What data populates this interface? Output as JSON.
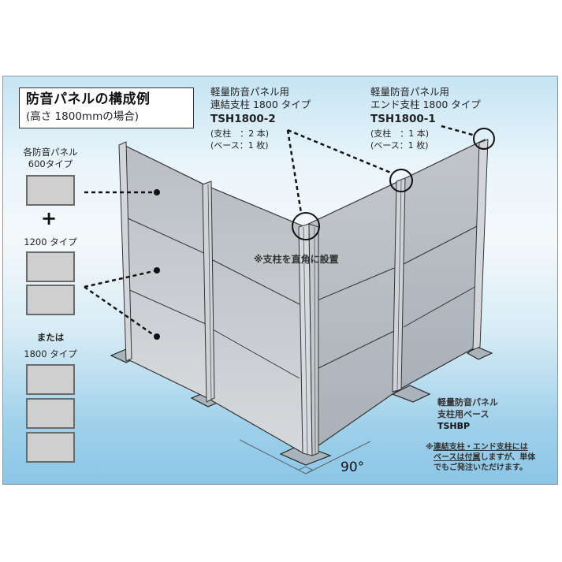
{
  "title": {
    "main": "防音パネルの構成例",
    "sub": "(高さ 1800mmの場合)"
  },
  "legend": {
    "panel_heading_line1": "各防音パネル",
    "panel_heading_line2": "600タイプ",
    "plus": "+",
    "type_1200": "1200 タイプ",
    "or": "または",
    "type_1800": "1800 タイプ"
  },
  "connecting_post": {
    "line1": "軽量防音パネル用",
    "line2": "連結支柱 1800 タイプ",
    "code": "TSH1800-2",
    "detail1": "(支柱　：2 本)",
    "detail2": "(ベース：1 枚)"
  },
  "end_post": {
    "line1": "軽量防音パネル用",
    "line2": "エンド支柱 1800 タイプ",
    "code": "TSH1800-1",
    "detail1": "(支柱　：1 本)",
    "detail2": "(ベース：1 枚)"
  },
  "right_angle_note": "※支柱を直角に設置",
  "base": {
    "line1": "軽量防音パネル",
    "line2": "支柱用ベース",
    "code": "TSHBP"
  },
  "footnote": {
    "mark": "※",
    "line1": "連結支柱・エンド支柱には",
    "line2_underlined": "ベースは付属",
    "line2_rest": "しますが、単体",
    "line3": "でもご発注いただけます。"
  },
  "angle_label": "90°",
  "colors": {
    "panel_fill": "#c9ccd0",
    "panel_stroke": "#333333",
    "background_top": "#c6e4f3",
    "background_bottom": "#8cc6e6",
    "frame_border": "#8a97a3"
  }
}
